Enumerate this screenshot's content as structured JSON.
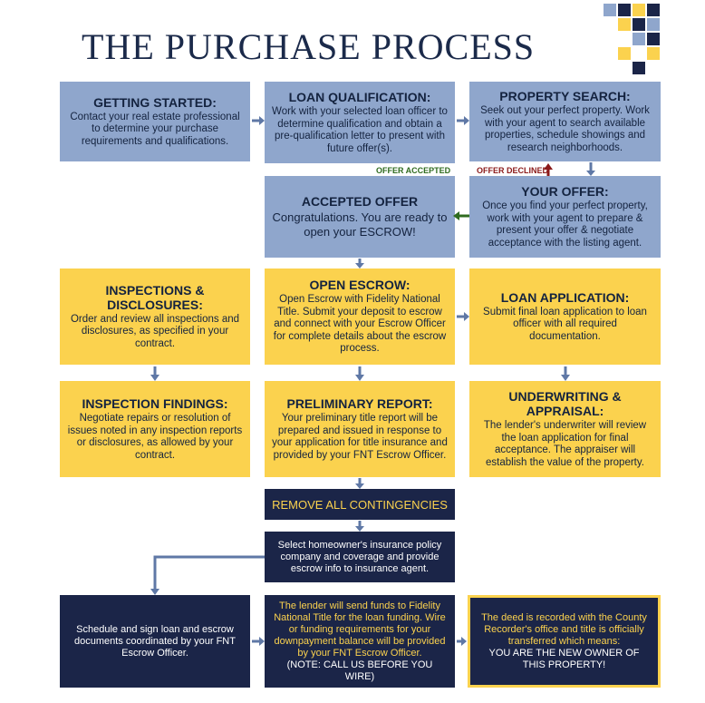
{
  "title": "THE PURCHASE PROCESS",
  "colors": {
    "blue": "#8fa6cc",
    "yellow": "#fbd24e",
    "navy": "#1b2548",
    "accent_green": "#2f6b1f",
    "accent_red": "#8b1a1a"
  },
  "boxes": {
    "getting_started": {
      "heading": "GETTING STARTED:",
      "text": "Contact your real estate professional to determine your purchase requirements and qualifications."
    },
    "loan_qualification": {
      "heading": "LOAN QUALIFICATION:",
      "text": "Work with your selected loan officer to determine qualification and obtain a pre-qualification letter to present with future offer(s)."
    },
    "property_search": {
      "heading": "PROPERTY SEARCH:",
      "text": "Seek out your perfect property. Work with your agent to search available properties, schedule showings and research neighborhoods."
    },
    "accepted_offer": {
      "heading": "ACCEPTED OFFER",
      "text": "Congratulations. You are ready to open your ESCROW!"
    },
    "your_offer": {
      "heading": "YOUR OFFER:",
      "text": "Once you find your perfect property, work with your agent to prepare & present your offer & negotiate acceptance with the listing agent."
    },
    "inspections": {
      "heading": "INSPECTIONS & DISCLOSURES:",
      "text": "Order and review all inspections and disclosures, as specified in your contract."
    },
    "open_escrow": {
      "heading": "OPEN ESCROW:",
      "text": "Open Escrow with Fidelity National Title. Submit your deposit to escrow and connect with your Escrow Officer for complete details about the escrow process."
    },
    "loan_application": {
      "heading": "LOAN APPLICATION:",
      "text": "Submit final loan application to loan officer with all required documentation."
    },
    "inspection_findings": {
      "heading": "INSPECTION FINDINGS:",
      "text": "Negotiate repairs or resolution of issues noted in any inspection reports or disclosures, as allowed by your contract."
    },
    "preliminary_report": {
      "heading": "PRELIMINARY REPORT:",
      "text": "Your preliminary title report will be prepared and issued in response to your application for title insurance and provided by your FNT Escrow Officer."
    },
    "underwriting": {
      "heading": "UNDERWRITING & APPRAISAL:",
      "text": "The lender's underwriter will review the loan application for final acceptance. The appraiser will establish the value of the property."
    },
    "remove_contingencies": {
      "text": "REMOVE ALL CONTINGENCIES"
    },
    "insurance": {
      "text": "Select homeowner's insurance policy company and coverage and provide escrow info to insurance agent."
    },
    "sign_loan": {
      "text": "Schedule and sign loan and escrow documents coordinated by your FNT Escrow Officer."
    },
    "lender_funds": {
      "text": "The lender will send funds to Fidelity National Title for the loan funding. Wire or funding requirements for your downpayment balance will be provided by your FNT Escrow Officer.",
      "note": "(NOTE: CALL US BEFORE YOU WIRE)"
    },
    "deed_recorded": {
      "text": "The deed is recorded with the County Recorder's office and title is officially transferred which means:",
      "emphasis": "YOU ARE THE NEW OWNER OF THIS PROPERTY!"
    }
  },
  "labels": {
    "offer_accepted": "OFFER ACCEPTED",
    "offer_declined": "OFFER DECLINED"
  }
}
